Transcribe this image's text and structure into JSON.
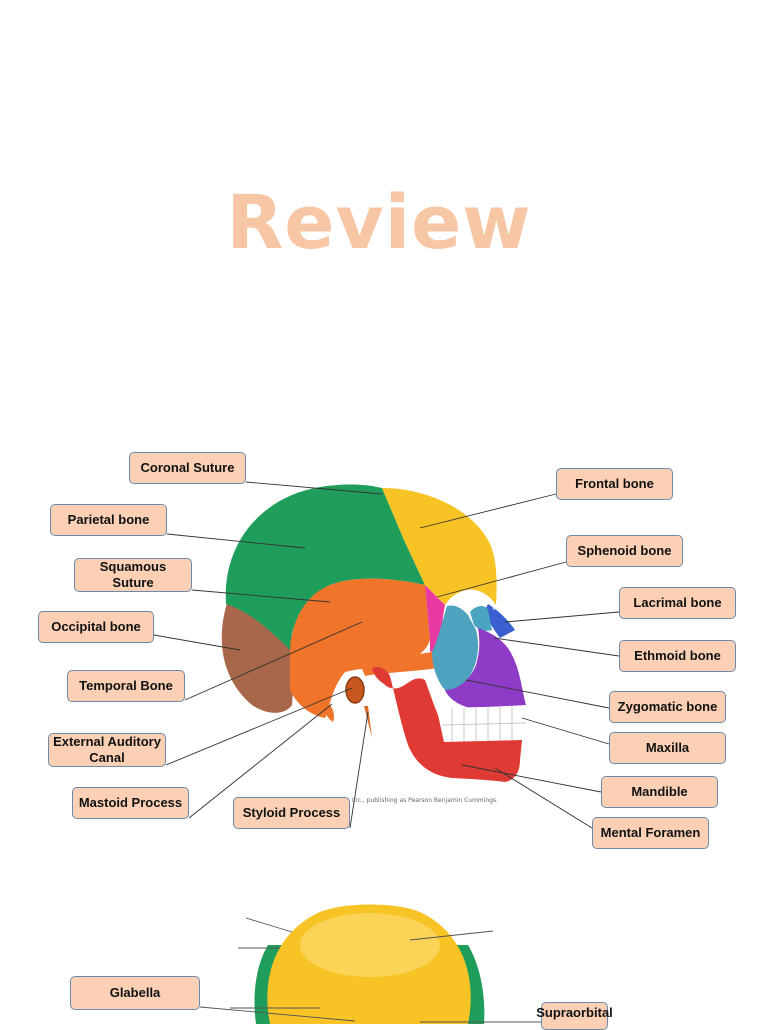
{
  "page": {
    "title": "Review",
    "title_color": "#f7c6a5",
    "label_fill": "#fbd0b5",
    "label_border": "#6f8aa8"
  },
  "lateral_view": {
    "credit": "Inc., publishing as Pearson Benjamin Cummings.",
    "labels": {
      "coronal_suture": "Coronal Suture",
      "parietal_bone": "Parietal bone",
      "squamous_suture": "Squamous Suture",
      "occipital_bone": "Occipital bone",
      "temporal_bone": "Temporal Bone",
      "external_auditory_canal": "External Auditory Canal",
      "mastoid_process": "Mastoid Process",
      "styloid_process": "Styloid Process",
      "frontal_bone": "Frontal bone",
      "sphenoid_bone": "Sphenoid bone",
      "lacrimal_bone": "Lacrimal bone",
      "ethmoid_bone": "Ethmoid bone",
      "zygomatic_bone": "Zygomatic bone",
      "maxilla": "Maxilla",
      "mandible": "Mandible",
      "mental_foramen": "Mental Foramen"
    },
    "colors": {
      "parietal": "#1e9e5a",
      "frontal": "#f7c325",
      "temporal": "#f0752a",
      "occipital": "#a8674a",
      "sphenoid": "#e83aa0",
      "lacrimal": "#3a5fd0",
      "ethmoid": "#4aa6c0",
      "zygomatic": "#4fa2bf",
      "maxilla": "#8e3cc8",
      "mandible": "#e03a35",
      "teeth": "#ffffff"
    }
  },
  "anterior_view": {
    "labels": {
      "glabella": "Glabella",
      "supraorbital": "Supraorbital"
    }
  }
}
